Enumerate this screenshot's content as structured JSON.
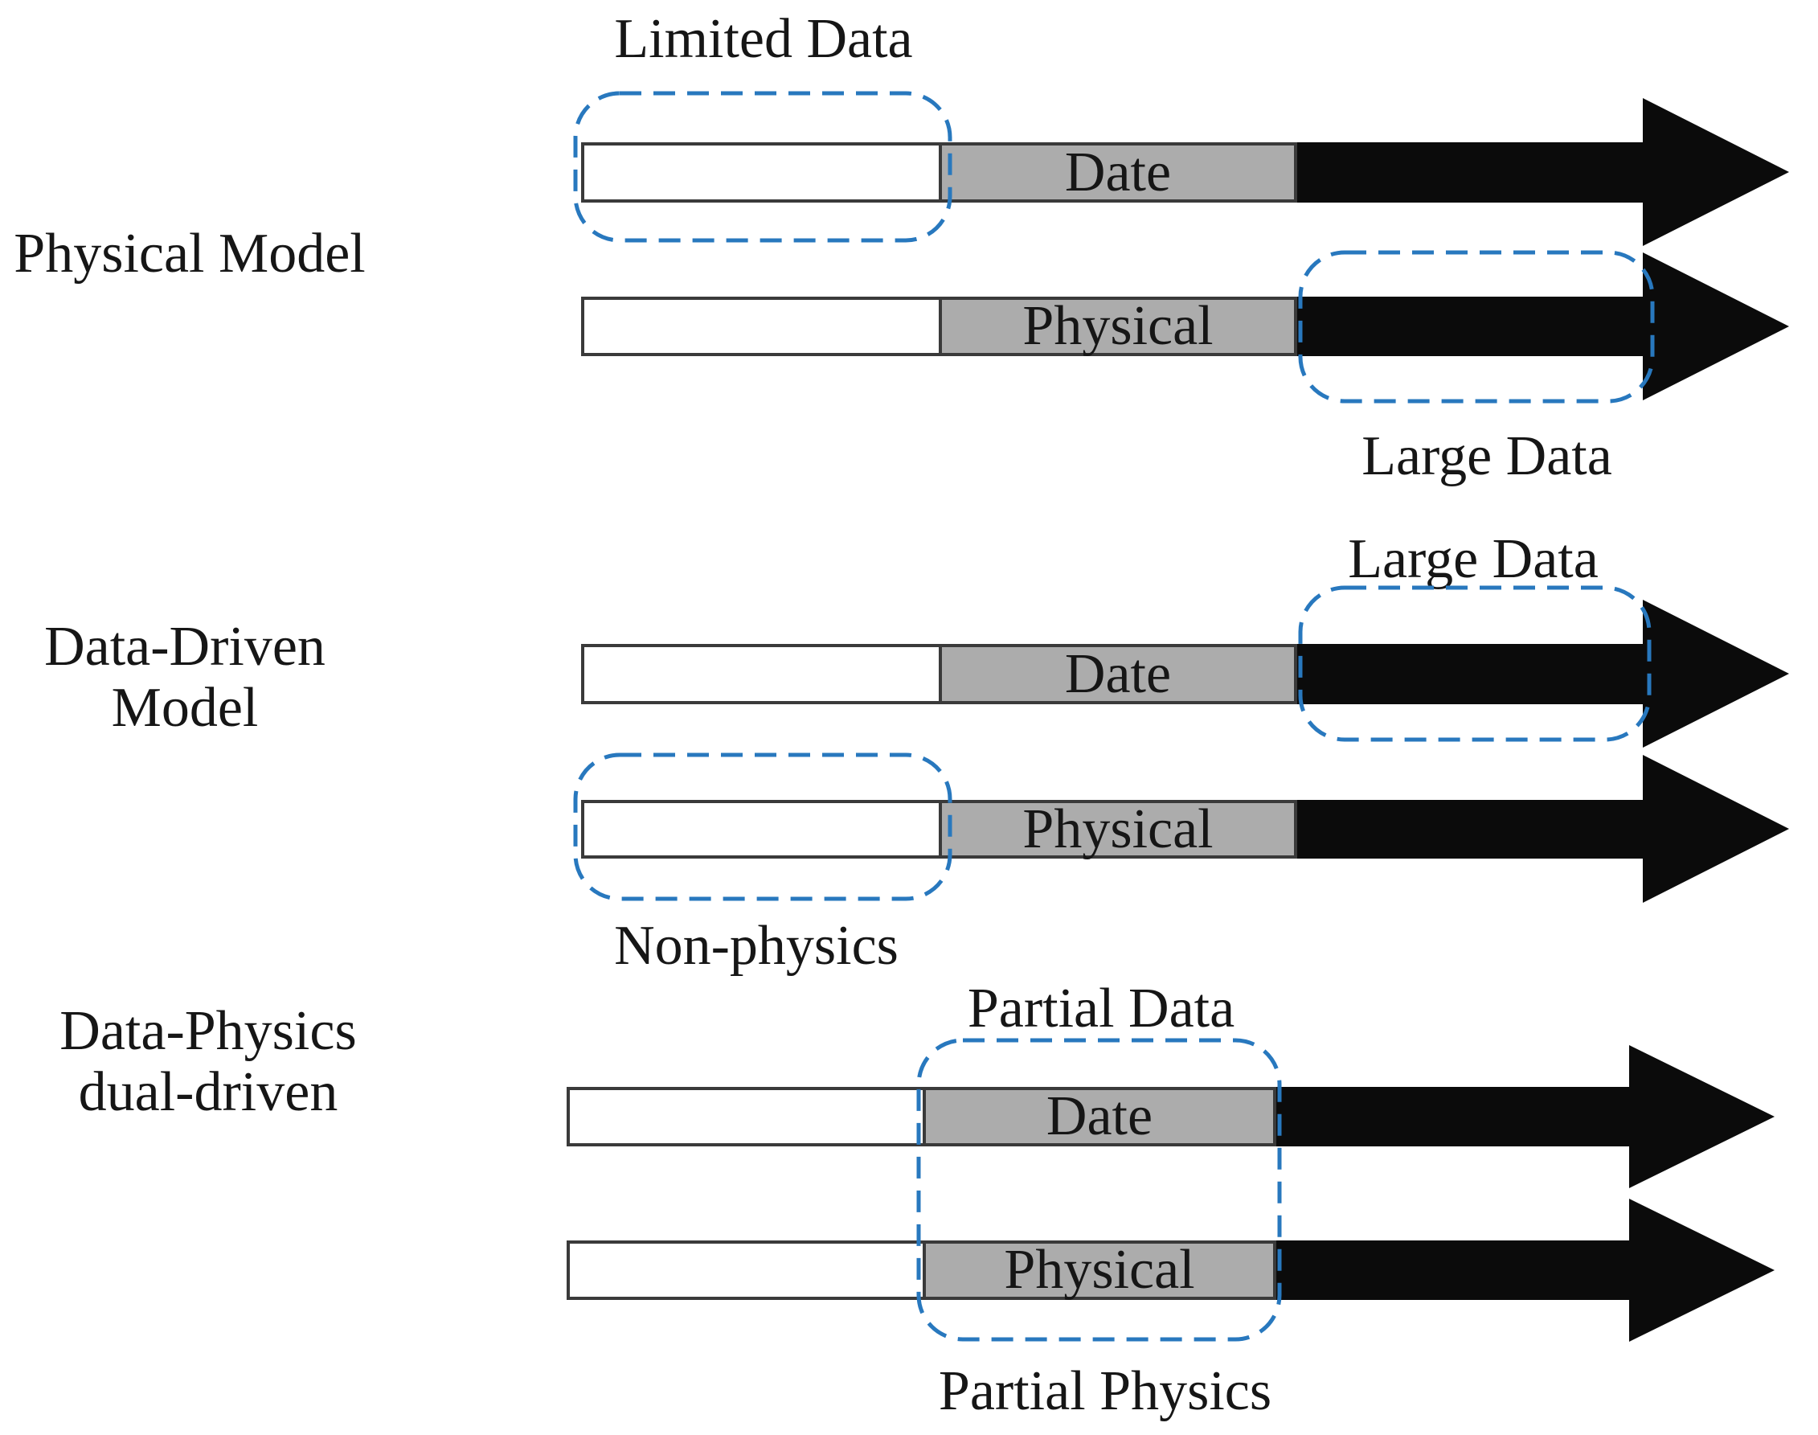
{
  "colors": {
    "dashed_box": "#2878BE",
    "bar_gray": "#ACACAC",
    "bar_border": "#3A3A3A",
    "arrow_black": "#0B0B0B",
    "text": "#161616"
  },
  "sections": [
    {
      "name": "physical-model",
      "label": "Physical Model",
      "annotations": {
        "limited_data": "Limited Data",
        "large_data": "Large Data"
      },
      "rows": [
        {
          "mid_label": "Date"
        },
        {
          "mid_label": "Physical"
        }
      ]
    },
    {
      "name": "data-driven-model",
      "label_line1": "Data-Driven",
      "label_line2": "Model",
      "annotations": {
        "large_data": "Large Data",
        "non_physics": "Non-physics"
      },
      "rows": [
        {
          "mid_label": "Date"
        },
        {
          "mid_label": "Physical"
        }
      ]
    },
    {
      "name": "data-physics-dual-driven",
      "label_line1": "Data-Physics",
      "label_line2": "dual-driven",
      "annotations": {
        "partial_data": "Partial Data",
        "partial_physics": "Partial Physics"
      },
      "rows": [
        {
          "mid_label": "Date"
        },
        {
          "mid_label": "Physical"
        }
      ]
    }
  ]
}
